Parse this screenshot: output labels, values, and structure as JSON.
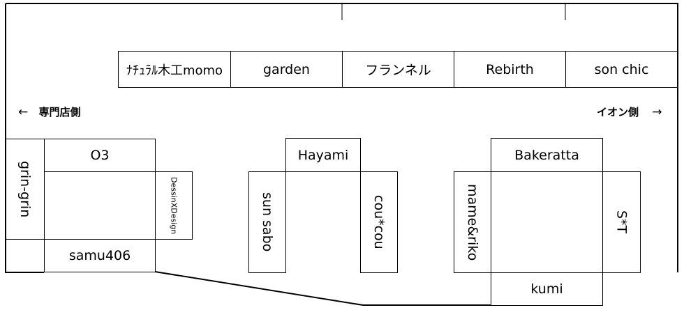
{
  "top_row": [
    "ﾅﾁｭﾗﾙ木工momo",
    "garden",
    "フランネル",
    "Rebirth",
    "son chic"
  ],
  "directions": {
    "left_arrow": "←",
    "left_label": "専門店側",
    "right_label": "イオン側",
    "right_arrow": "→"
  },
  "left_cluster": {
    "grin": "grin-grin",
    "o3": "O3",
    "dessin": "DessinXDesign",
    "samu": "samu406"
  },
  "center_cluster": {
    "hayami": "Hayami",
    "sunsabo": "sun sabo",
    "coucou": "cou*cou"
  },
  "right_cluster": {
    "bakeratta": "Bakeratta",
    "mame": "mame&riko",
    "st": "S*T",
    "kumi": "kumi"
  }
}
